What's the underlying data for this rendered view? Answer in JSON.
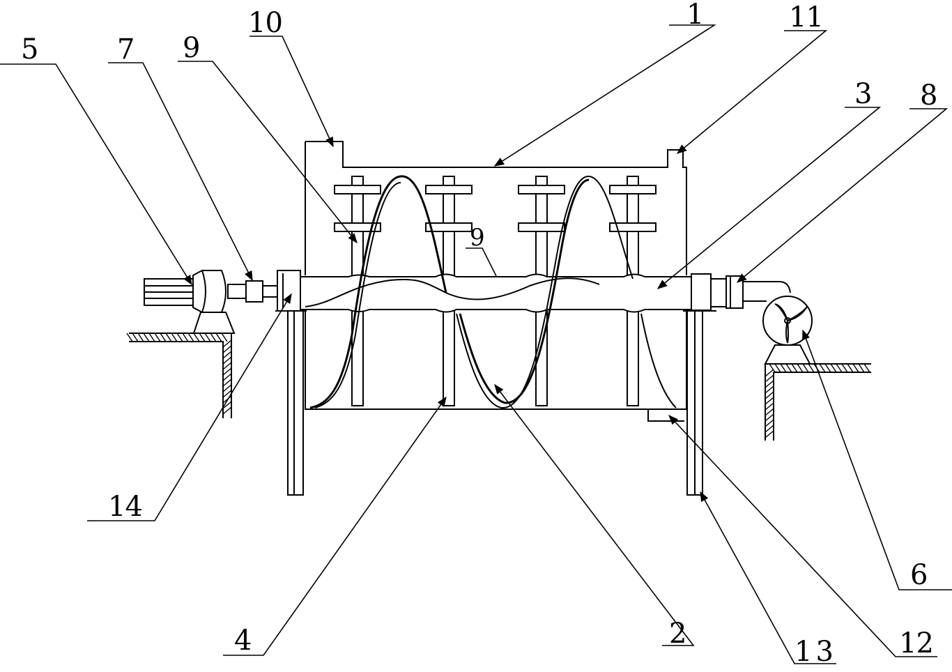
{
  "labels": {
    "n1": "1",
    "n2": "2",
    "n3": "3",
    "n4": "4",
    "n5": "5",
    "n6": "6",
    "n7": "7",
    "n8": "8",
    "n9_top": "9",
    "n9_inner": "9",
    "n10": "10",
    "n11": "11",
    "n12": "12",
    "n13": "13",
    "n14": "14"
  }
}
